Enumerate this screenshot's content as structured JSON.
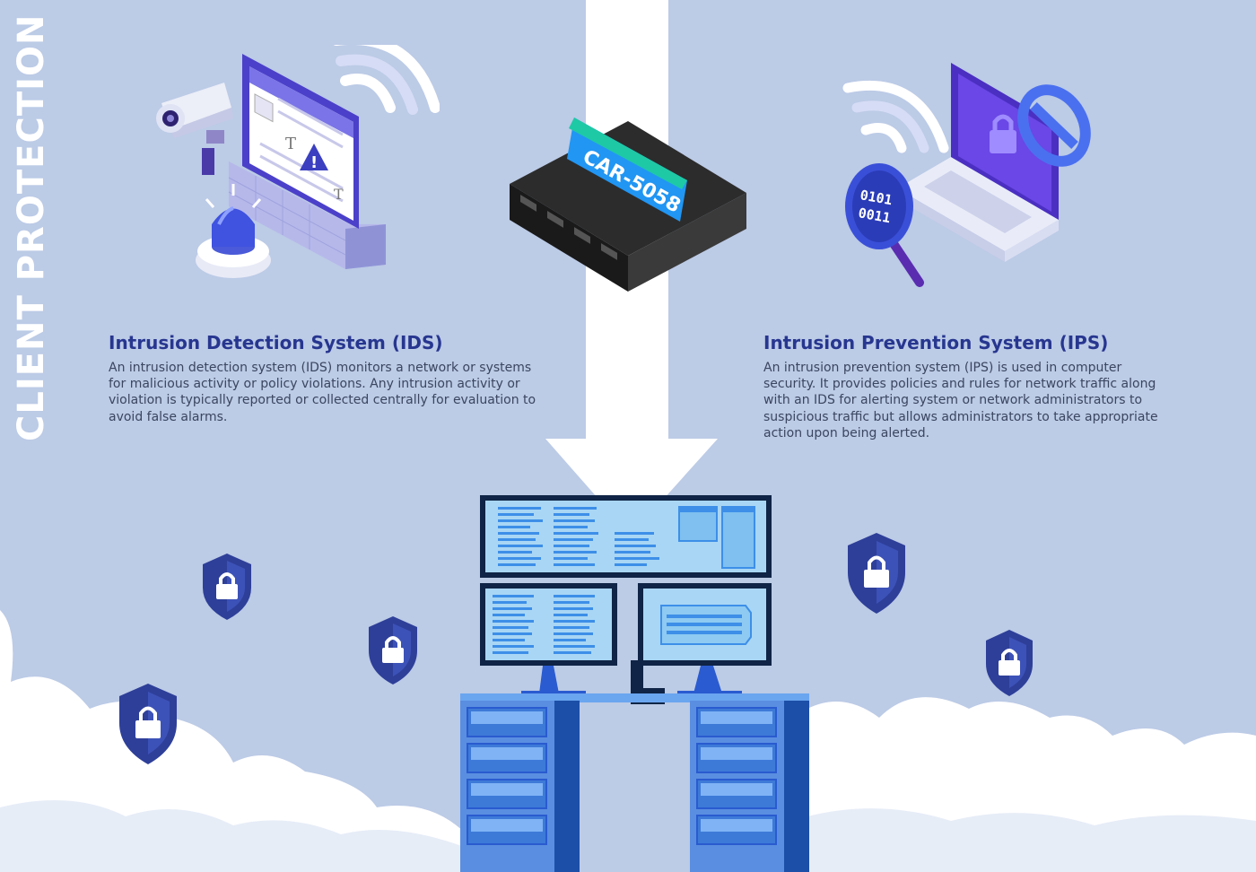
{
  "vertical_title": "CLIENT PROTECTION",
  "device": {
    "label": "CAR-5058"
  },
  "ids": {
    "title": "Intrusion Detection System (IDS)",
    "body": "An intrusion detection system (IDS) monitors a network or systems for malicious activity or policy violations. Any intrusion activity or violation is typically reported or collected centrally for evaluation to avoid false alarms."
  },
  "ips": {
    "title": "Intrusion Prevention System (IPS)",
    "body": "An intrusion prevention system (IPS) is used in computer security. It provides policies and rules for network traffic along with an IDS for alerting system or network administrators to suspicious traffic but allows administrators to take appropriate action upon being alerted."
  },
  "ids_illustration": {
    "warning_glyph": "!",
    "text_glyph": "T"
  },
  "ips_illustration": {
    "binary_line_1": "0101",
    "binary_line_2": "0011"
  },
  "colors": {
    "background": "#bccbe6",
    "title": "#27368f",
    "body": "#3b4660",
    "shield": "#2e3f99",
    "arrow": "#ffffff",
    "cloud": "#ffffff",
    "desk": "#5a8ee0",
    "monitor_screen": "#a9d6f5",
    "device_tag": "#2196f3"
  },
  "icons": [
    "cctv-camera-icon",
    "warning-icon",
    "alarm-light-icon",
    "wifi-icon",
    "lock-icon",
    "prohibited-icon",
    "magnifier-icon",
    "shield-lock-icon"
  ]
}
